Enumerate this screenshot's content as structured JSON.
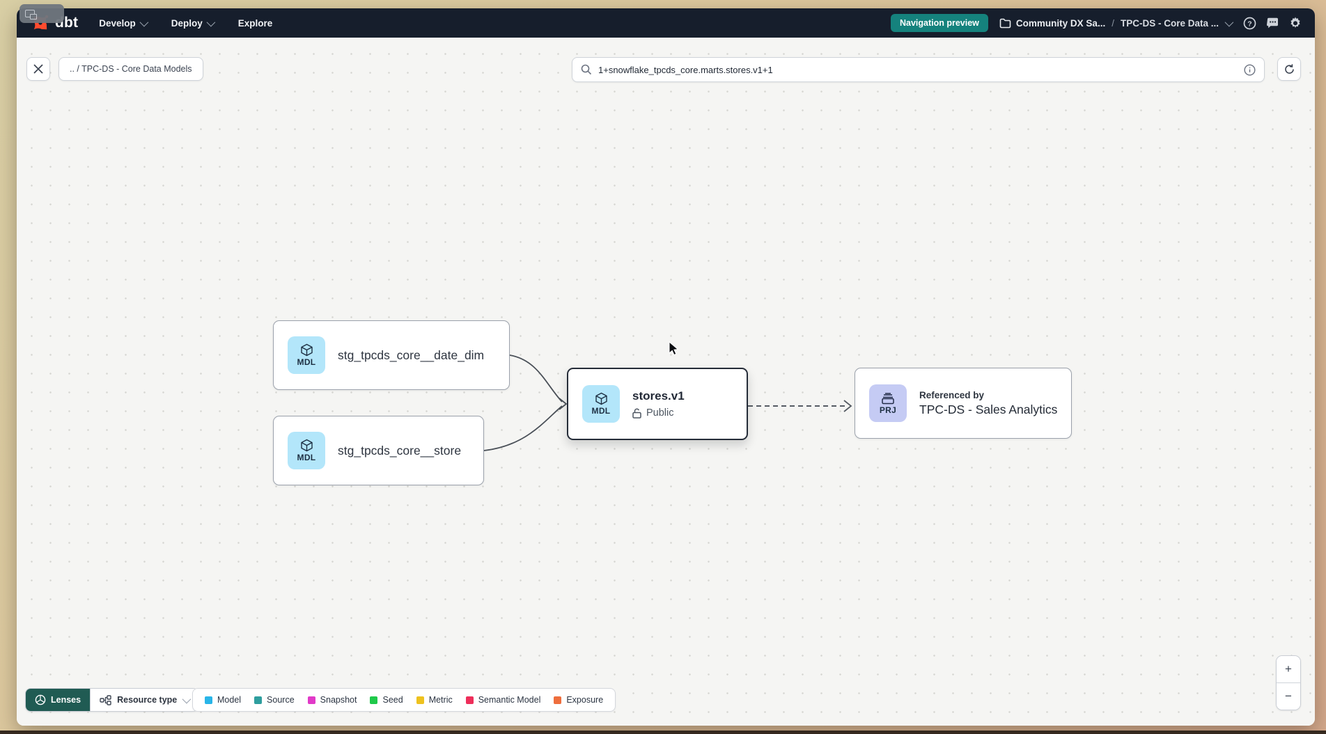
{
  "header": {
    "logo_text": "dbt",
    "nav": [
      {
        "label": "Develop"
      },
      {
        "label": "Deploy"
      },
      {
        "label": "Explore"
      }
    ],
    "preview_badge": "Navigation preview",
    "breadcrumb": {
      "project": "Community DX Sa...",
      "separator": "/",
      "section": "TPC-DS - Core Data ..."
    }
  },
  "toolbar": {
    "breadcrumb_chip": ".. / TPC-DS - Core Data Models",
    "search_value": "1+snowflake_tpcds_core.marts.stores.v1+1"
  },
  "graph": {
    "nodes": [
      {
        "badge": "MDL",
        "label": "stg_tpcds_core__date_dim"
      },
      {
        "badge": "MDL",
        "label": "stg_tpcds_core__store"
      },
      {
        "badge": "MDL",
        "title": "stores.v1",
        "access": "Public"
      },
      {
        "badge": "PRJ",
        "overline": "Referenced by",
        "title": "TPC-DS - Sales Analytics"
      }
    ]
  },
  "footer": {
    "lenses_label": "Lenses",
    "resource_type_label": "Resource type",
    "legend": [
      {
        "label": "Model",
        "color": "#29b5e8"
      },
      {
        "label": "Source",
        "color": "#2f9e9e"
      },
      {
        "label": "Snapshot",
        "color": "#e13ac8"
      },
      {
        "label": "Seed",
        "color": "#1fc94a"
      },
      {
        "label": "Metric",
        "color": "#eec21f"
      },
      {
        "label": "Semantic Model",
        "color": "#ee2e5a"
      },
      {
        "label": "Exposure",
        "color": "#ee6e3d"
      }
    ]
  },
  "zoom_controls": {
    "zoom_in": "+",
    "zoom_out": "−"
  }
}
